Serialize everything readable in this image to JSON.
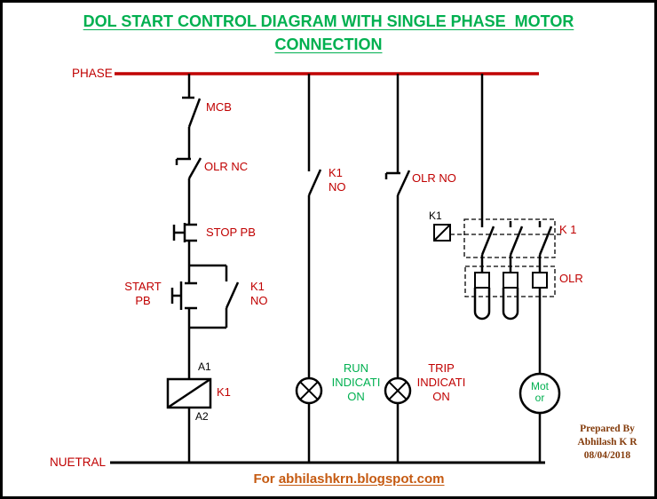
{
  "title": {
    "line1": "DOL START CONTROL DIAGRAM WITH SINGLE PHASE  MOTOR",
    "line2": "CONNECTION"
  },
  "rails": {
    "phase": "PHASE",
    "neutral": "NUETRAL"
  },
  "control_circuit": {
    "mcb": "MCB",
    "olr_nc": "OLR NC",
    "stop_pb": "STOP PB",
    "start_pb": {
      "line1": "START",
      "line2": "PB"
    },
    "k1_no_hold": {
      "line1": "K1",
      "line2": "NO"
    },
    "coil": {
      "a1": "A1",
      "k1": "K1",
      "a2": "A2"
    }
  },
  "indication_circuit": {
    "k1_no": {
      "line1": "K1",
      "line2": "NO"
    },
    "olr_no": "OLR NO",
    "run": {
      "line1": "RUN",
      "line2": "INDICATI",
      "line3": "ON"
    },
    "trip": {
      "line1": "TRIP",
      "line2": "INDICATI",
      "line3": "ON"
    }
  },
  "power_circuit": {
    "coil_label": "K1",
    "main_contact": "K 1",
    "olr": "OLR",
    "motor": {
      "line1": "Mot",
      "line2": "or"
    }
  },
  "footer": {
    "prefix": "For",
    "link": "abhilashkrn.blogspot.com"
  },
  "credit": {
    "line1": "Prepared By",
    "line2": "Abhilash K R",
    "line3": "08/04/2018"
  },
  "colors": {
    "label_red": "#c00000",
    "phase_red": "#c00000",
    "title_green": "#00B050",
    "footer_orange": "#C55A11",
    "credit_brown": "#843C0C",
    "wire_black": "#000000"
  }
}
